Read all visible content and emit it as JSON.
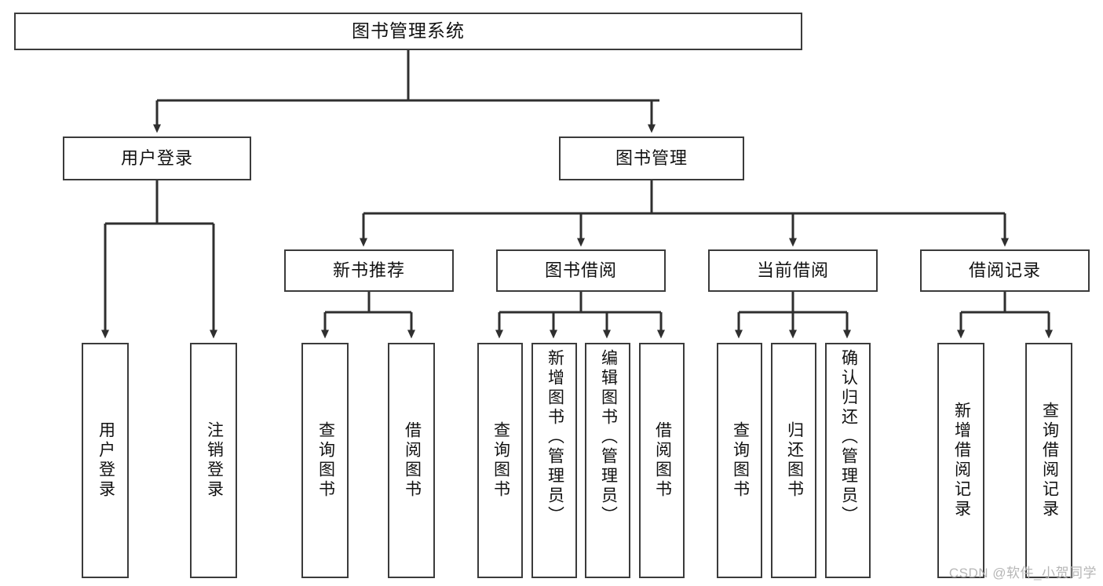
{
  "diagram": {
    "type": "tree-hierarchy",
    "title": "图书管理系统",
    "colors": {
      "background": "#ffffff",
      "box_border": "#3b3b3b",
      "box_fill": "#ffffff",
      "connector": "#2f2f2f",
      "text": "#111111",
      "watermark": "#b6b6b6"
    },
    "root": {
      "label": "图书管理系统"
    },
    "level2": [
      {
        "label": "用户登录"
      },
      {
        "label": "图书管理"
      }
    ],
    "level3": [
      {
        "label": "新书推荐"
      },
      {
        "label": "图书借阅"
      },
      {
        "label": "当前借阅"
      },
      {
        "label": "借阅记录"
      }
    ],
    "leaves": {
      "user_login": [
        {
          "label": "用户登录"
        },
        {
          "label": "注销登录"
        }
      ],
      "new_book_recommend": [
        {
          "label": "查询图书"
        },
        {
          "label": "借阅图书"
        }
      ],
      "book_borrow": [
        {
          "label": "查询图书"
        },
        {
          "label": "新增图书（管理员）"
        },
        {
          "label": "编辑图书（管理员）"
        },
        {
          "label": "借阅图书"
        }
      ],
      "current_borrow": [
        {
          "label": "查询图书"
        },
        {
          "label": "归还图书"
        },
        {
          "label": "确认归还（管理员）"
        }
      ],
      "borrow_record": [
        {
          "label": "新增借阅记录"
        },
        {
          "label": "查询借阅记录"
        }
      ]
    }
  },
  "watermark": {
    "text": "CSDN @软件_小贺同学"
  }
}
